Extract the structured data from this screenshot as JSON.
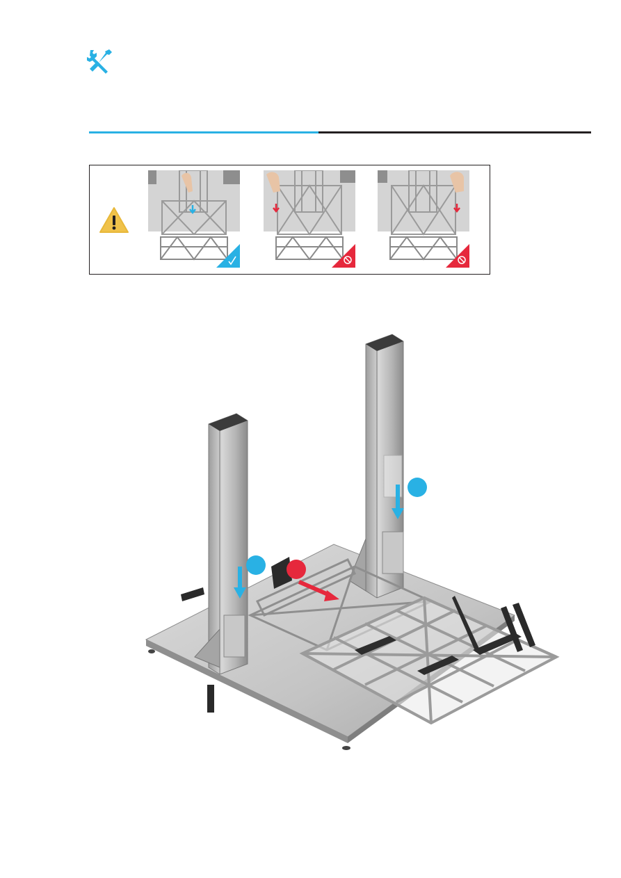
{
  "icons": {
    "header": "tools-icon",
    "warning": "warning-icon",
    "correct": "checkmark-icon",
    "incorrect": "prohibited-icon"
  },
  "colors": {
    "accent_blue": "#29b1e4",
    "error_red": "#e6283c",
    "warning_yellow": "#f0c24a",
    "rule_dark": "#231f20"
  },
  "warning_panels": [
    {
      "status": "correct",
      "arrow_color": "#29b1e4"
    },
    {
      "status": "incorrect",
      "arrow_color": "#e6283c"
    },
    {
      "status": "incorrect",
      "arrow_color": "#e6283c"
    }
  ],
  "main_illustration": {
    "markers": [
      {
        "color": "#29b1e4",
        "arrow": "down"
      },
      {
        "color": "#29b1e4",
        "arrow": "down"
      },
      {
        "color": "#e6283c",
        "arrow": "right"
      }
    ]
  }
}
